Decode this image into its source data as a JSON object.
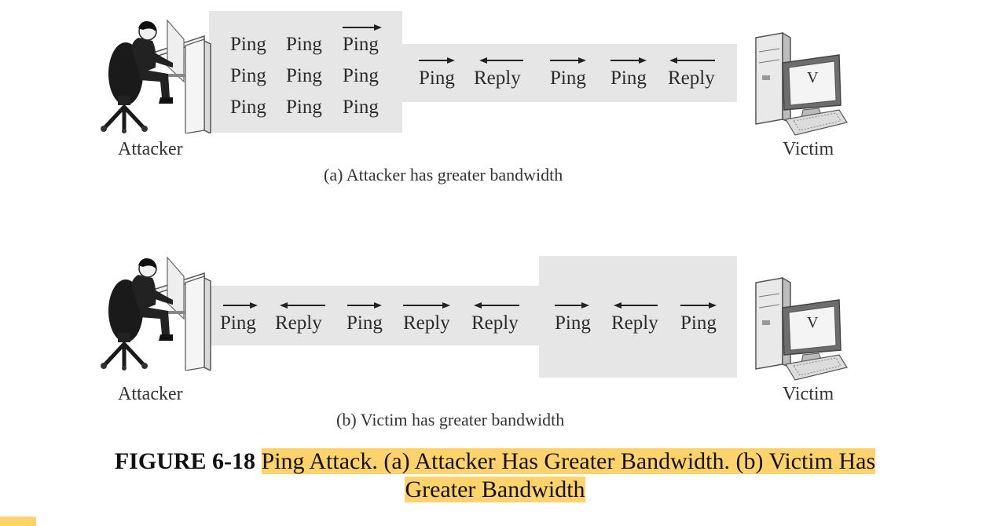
{
  "colors": {
    "panel": "#e6e6e6",
    "highlight": "#ffd36b",
    "text": "#2b2b2b"
  },
  "diagram_a": {
    "attacker_label": "Attacker",
    "victim_label": "Victim",
    "victim_screen_letter": "V",
    "attacker_packets": [
      [
        "Ping",
        "Ping",
        "Ping"
      ],
      [
        "Ping",
        "Ping",
        "Ping"
      ],
      [
        "Ping",
        "Ping",
        "Ping"
      ]
    ],
    "attacker_top_right_arrow": "right",
    "link_packets": [
      {
        "label": "Ping",
        "direction": "right"
      },
      {
        "label": "Reply",
        "direction": "left"
      },
      {
        "label": "Ping",
        "direction": "right"
      },
      {
        "label": "Ping",
        "direction": "right"
      },
      {
        "label": "Reply",
        "direction": "left"
      }
    ],
    "caption": "(a) Attacker has greater bandwidth"
  },
  "diagram_b": {
    "attacker_label": "Attacker",
    "victim_label": "Victim",
    "victim_screen_letter": "V",
    "narrow_packets": [
      {
        "label": "Ping",
        "direction": "right"
      },
      {
        "label": "Reply",
        "direction": "left"
      },
      {
        "label": "Ping",
        "direction": "right"
      },
      {
        "label": "Reply",
        "direction": "right"
      },
      {
        "label": "Reply",
        "direction": "left"
      }
    ],
    "wide_packets": [
      {
        "label": "Ping",
        "direction": "right"
      },
      {
        "label": "Reply",
        "direction": "left"
      },
      {
        "label": "Ping",
        "direction": "right"
      }
    ],
    "caption": "(b) Victim has greater bandwidth"
  },
  "figure": {
    "number": "FIGURE 6-18",
    "title_line1": "Ping Attack. (a) Attacker Has Greater Bandwidth. (b) Victim Has",
    "title_line2": "Greater Bandwidth"
  }
}
